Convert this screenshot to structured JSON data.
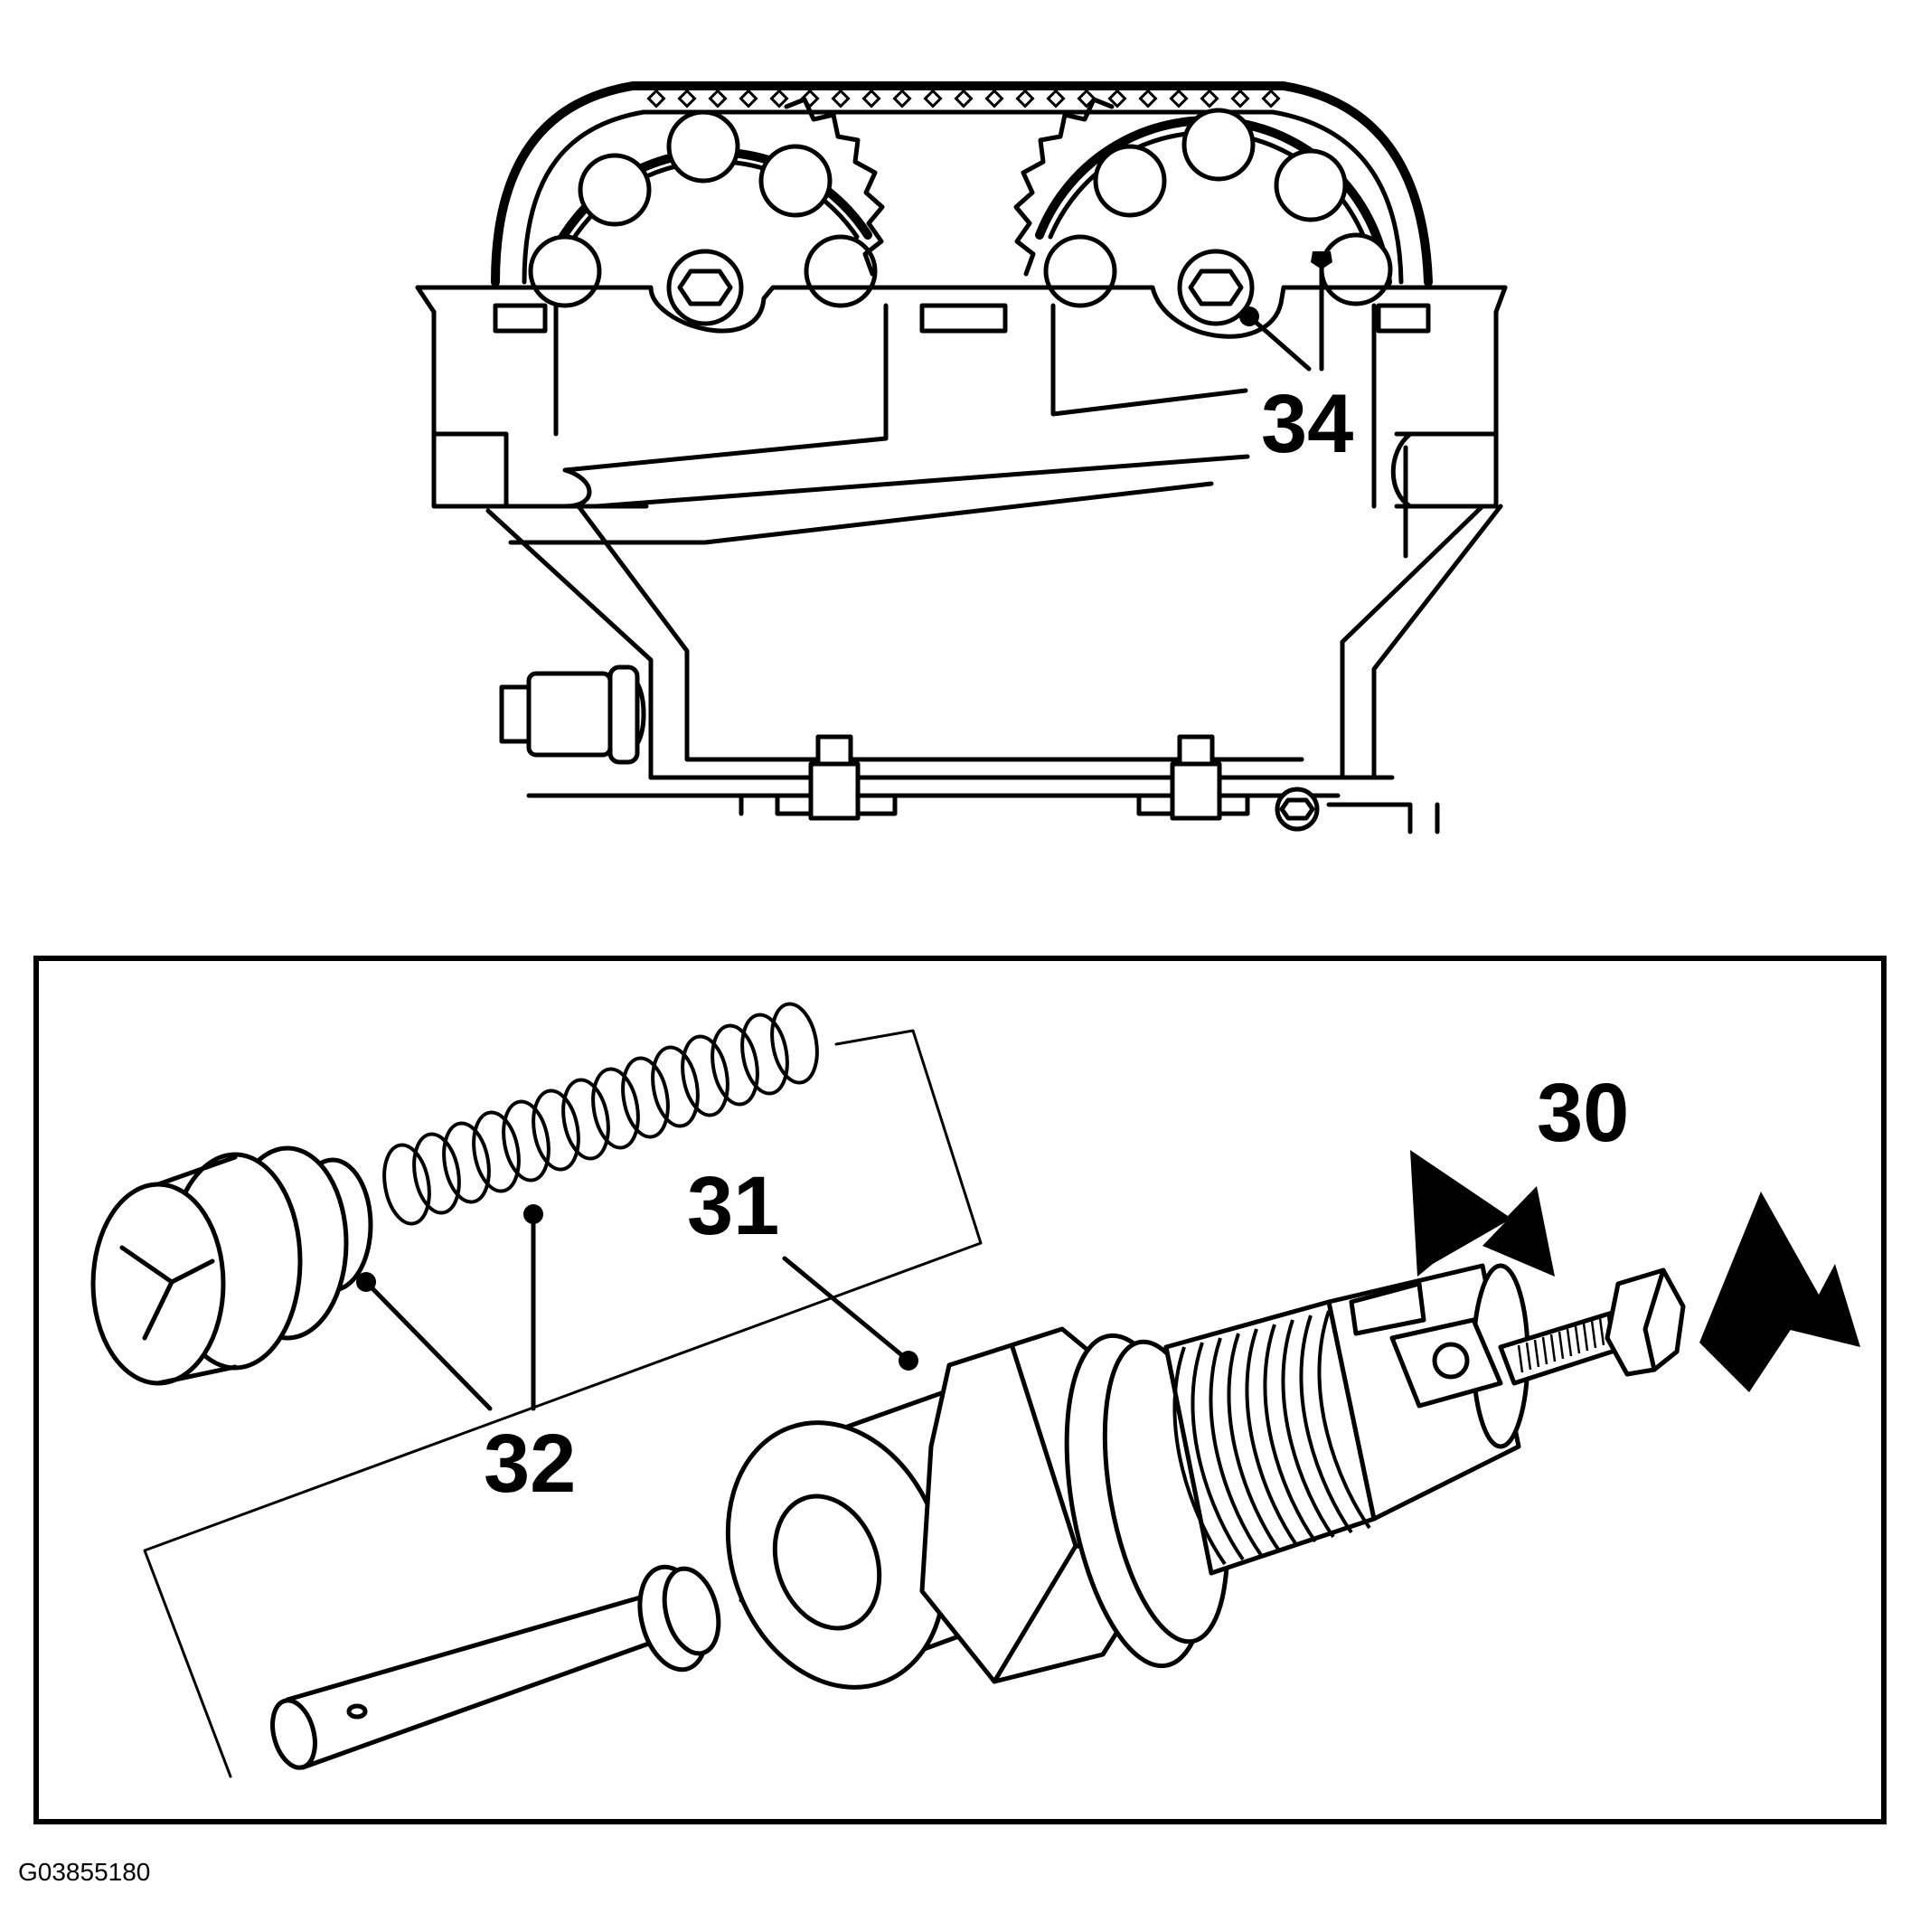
{
  "callouts": {
    "c34": "34",
    "c30": "30",
    "c31": "31",
    "c32": "32"
  },
  "figure_id": "G03855180",
  "icons": {
    "arrow_shape": "press-arrow-icon"
  }
}
